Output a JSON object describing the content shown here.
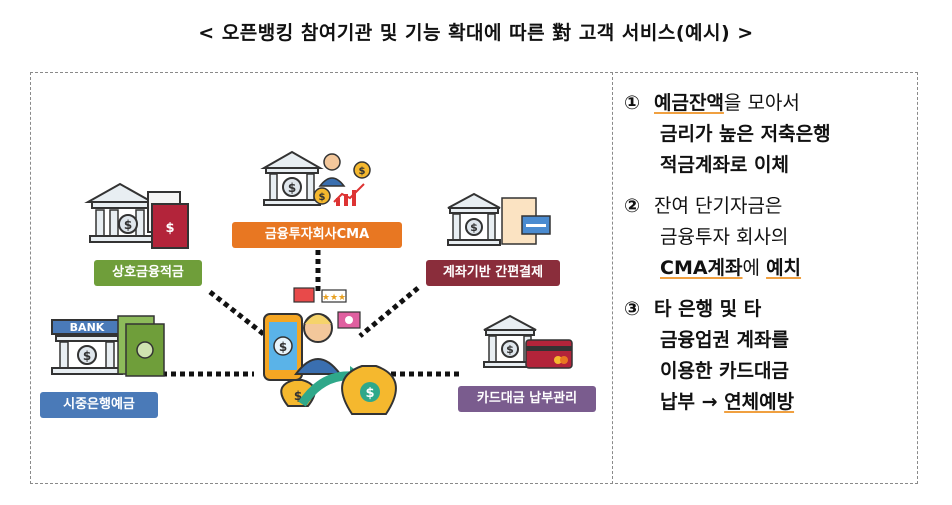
{
  "title": "< 오픈뱅킹 참여기관 및 기능 확대에 따른 對 고객 서비스(예시) >",
  "labels": {
    "savings": "상호금융적금",
    "cma": "금융투자회사CMA",
    "account_pay": "계좌기반 간편결제",
    "bank_deposit": "시중은행예금",
    "card_pay": "카드대금 납부관리"
  },
  "icon_texts": {
    "bank_sign": "BANK"
  },
  "services": [
    {
      "num": "①",
      "l1a": "예금잔액",
      "l1b": "을 모아서",
      "l2": "금리가 높은 저축은행",
      "l3": "적금계좌로 이체"
    },
    {
      "num": "②",
      "l1": "잔여 단기자금은",
      "l2": "금융투자 회사의",
      "l3a": "CMA계좌",
      "l3b": "에 ",
      "l3c": "예치"
    },
    {
      "num": "③",
      "l1": "타 은행 및 타",
      "l2": "금융업권 계좌를",
      "l3": "이용한 카드대금",
      "l4a": "납부 → ",
      "l4b": "연체예방"
    }
  ]
}
